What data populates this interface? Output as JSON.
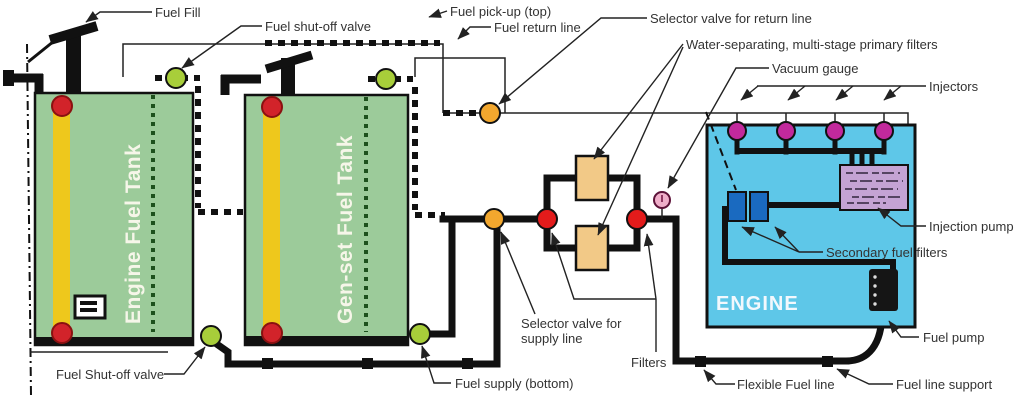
{
  "colors": {
    "tank_green": "#9ccb9a",
    "fuel_yellow": "#eec81c",
    "dot_green": "#1d511d",
    "valve_green": "#a8ce3a",
    "valve_red": "#e31b1b",
    "selector_orange": "#f2a72e",
    "port_red": "#d2232a",
    "injector_magenta": "#c2299c",
    "engine_blue": "#5ec7e8",
    "secondary_filter_blue": "#1a6ac0",
    "injection_pump_lavender": "#c4a3d4",
    "primary_filter_tan": "#f2c987",
    "vacuum_pink": "#efaec9",
    "pipe_black": "#111111",
    "label_gray": "#333333"
  },
  "labels": {
    "fuel_fill": "Fuel Fill",
    "fuel_shut_off_valve_top": "Fuel shut-off valve",
    "fuel_pick_up_top": "Fuel pick-up (top)",
    "fuel_return_line": "Fuel return line",
    "selector_valve_return": "Selector valve for return line",
    "primary_filters": "Water-separating, multi-stage primary filters",
    "vacuum_gauge": "Vacuum gauge",
    "injectors": "Injectors",
    "injection_pump": "Injection pump",
    "secondary_fuel_filters": "Secondary fuel filters",
    "engine": "ENGINE",
    "fuel_pump": "Fuel pump",
    "filters": "Filters",
    "selector_valve_supply_line1": "Selector valve for",
    "selector_valve_supply_line2": "supply line",
    "fuel_supply_bottom": "Fuel supply (bottom)",
    "flexible_fuel_line": "Flexible Fuel line",
    "fuel_line_support": "Fuel line support",
    "fuel_shut_off_valve_bottom": "Fuel Shut-off valve",
    "engine_fuel_tank": "Engine Fuel Tank",
    "gen_set_fuel_tank": "Gen-set Fuel Tank"
  }
}
